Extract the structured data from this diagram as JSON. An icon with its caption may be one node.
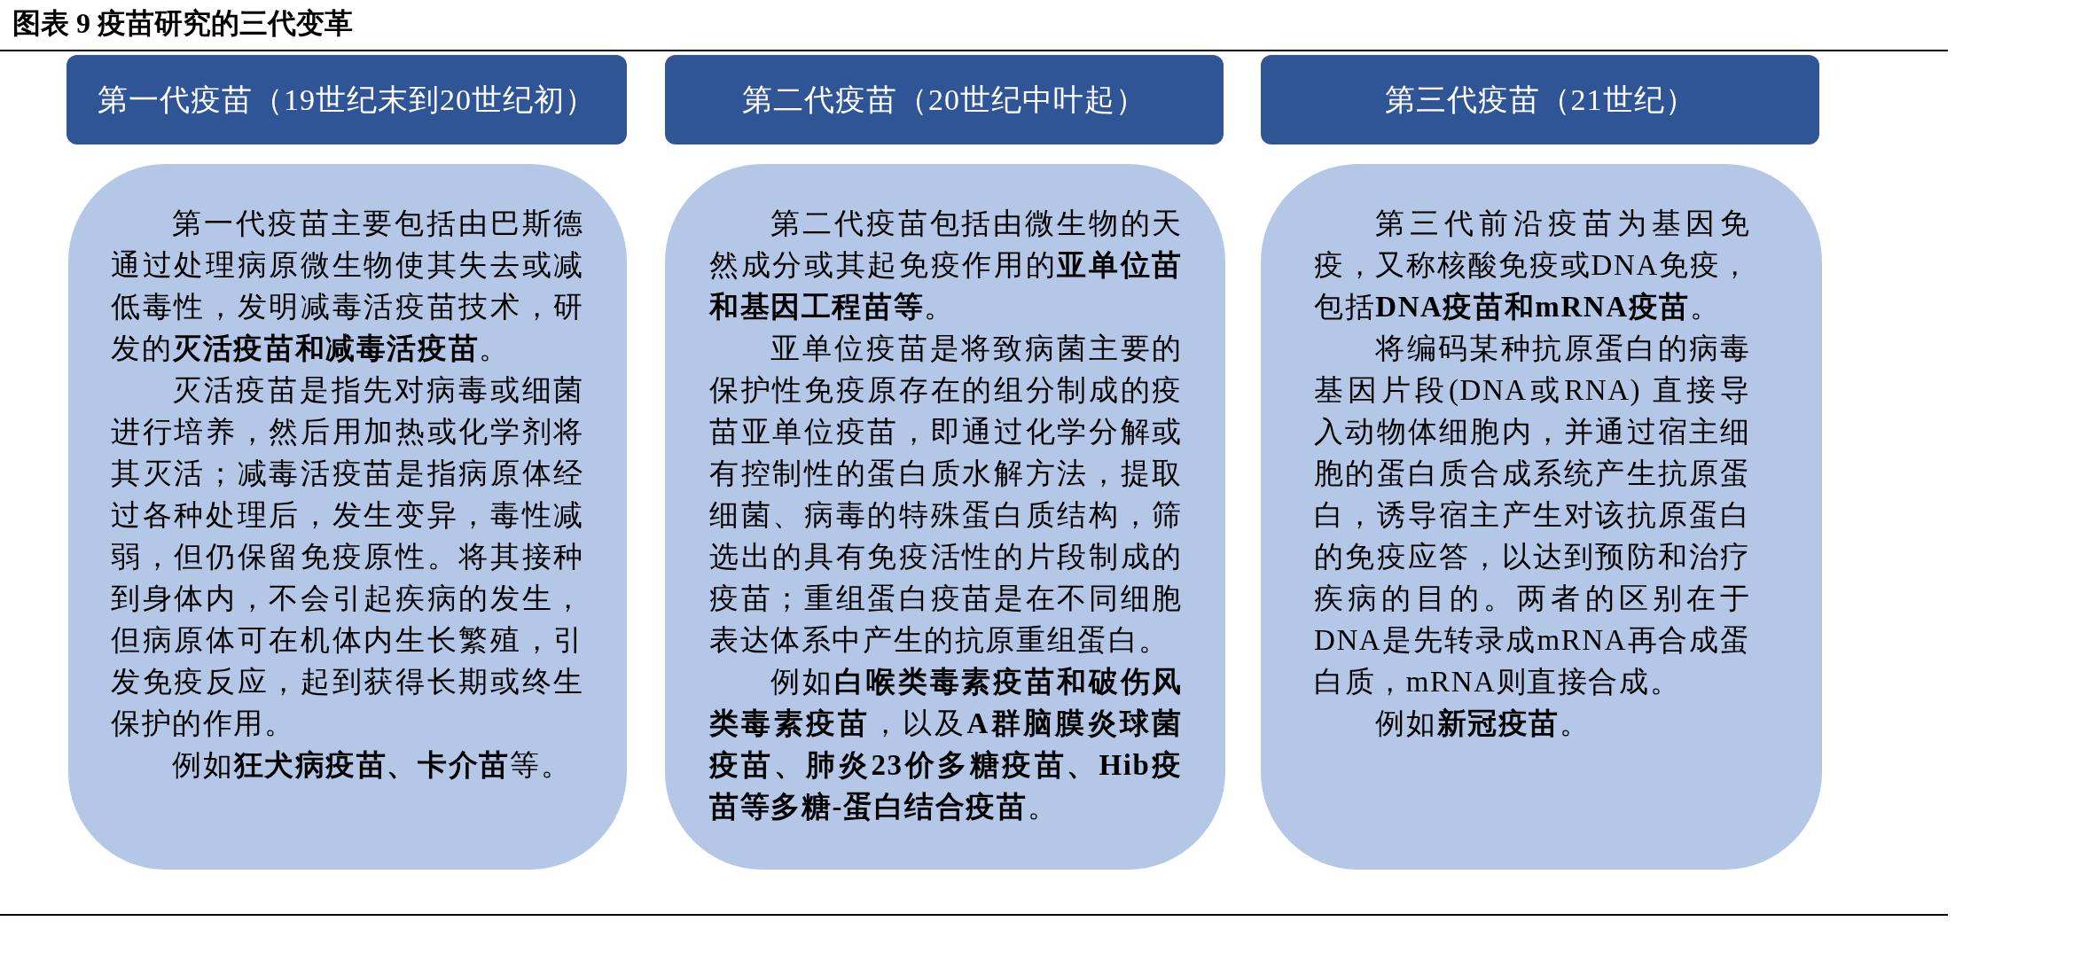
{
  "diagram": {
    "title": "图表 9 疫苗研究的三代变革",
    "nodes": [
      {
        "text": [
          "第一代疫苗（19世纪末到20世纪初）"
        ]
      },
      {
        "text": [
          "第二代疫苗（20世纪中叶起）"
        ]
      },
      {
        "text": [
          "第三代疫苗（21世纪）"
        ]
      },
      {
        "text": [
          "第一代疫苗主要包括由巴斯德通过处理病原微生物使其失去或减低毒性，发明减毒活疫苗技术，研发的**灭活疫苗和减毒活疫苗**。",
          "灭活疫苗是指先对病毒或细菌进行培养，然后用加热或化学剂将其灭活；减毒活疫苗是指病原体经过各种处理后，发生变异，毒性减弱，但仍保留免疫原性。将其接种到身体内，不会引起疾病的发生，但病原体可在机体内生长繁殖，引发免疫反应，起到获得长期或终生保护的作用。",
          "例如**狂犬病疫苗、卡介苗**等。"
        ]
      },
      {
        "text": [
          "第二代疫苗包括由微生物的天然成分或其起免疫作用的**亚单位苗和基因工程苗等**。",
          "亚单位疫苗是将致病菌主要的保护性免疫原存在的组分制成的疫苗亚单位疫苗，即通过化学分解或有控制性的蛋白质水解方法，提取细菌、病毒的特殊蛋白质结构，筛选出的具有免疫活性的片段制成的疫苗；重组蛋白疫苗是在不同细胞表达体系中产生的抗原重组蛋白。",
          "例如**白喉类毒素疫苗和破伤风类毒素疫苗**，以及**A群脑膜炎球菌疫苗、肺炎23价多糖疫苗、Hib疫苗等多糖-蛋白结合疫苗**。"
        ]
      },
      {
        "text": [
          "第三代前沿疫苗为基因免疫，又称核酸免疫或DNA免疫，包括**DNA疫苗和mRNA疫苗**。",
          "将编码某种抗原蛋白的病毒基因片段(DNA或RNA) 直接导入动物体细胞内，并通过宿主细胞的蛋白质合成系统产生抗原蛋白，诱导宿主产生对该抗原蛋白的免疫应答，以达到预防和治疗疾病的目的。两者的区别在于DNA是先转录成mRNA再合成蛋白质，mRNA则直接合成。",
          "例如**新冠疫苗**。"
        ]
      }
    ]
  }
}
